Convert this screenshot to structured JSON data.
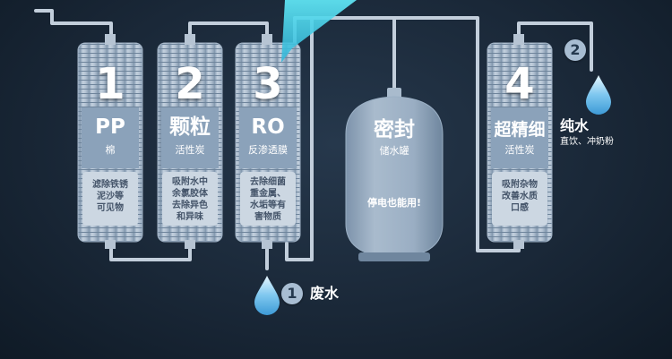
{
  "filters": [
    {
      "number": "1",
      "name": "PP",
      "subtitle": "棉",
      "description": [
        "滤除铁锈",
        "泥沙等",
        "可见物"
      ]
    },
    {
      "number": "2",
      "name": "颗粒",
      "subtitle": "活性炭",
      "description": [
        "吸附水中",
        "余氯胶体",
        "去除异色",
        "和异味"
      ]
    },
    {
      "number": "3",
      "name": "RO",
      "subtitle": "反渗透膜",
      "description": [
        "去除细菌",
        "重金属、",
        "水垢等有",
        "害物质"
      ]
    },
    {
      "number": "4",
      "name": "超精细",
      "subtitle": "活性炭",
      "description": [
        "吸附杂物",
        "改善水质",
        "口感"
      ]
    }
  ],
  "tank": {
    "name": "密封",
    "subtitle": "储水罐",
    "note": "停电也能用!"
  },
  "outputs": {
    "waste": {
      "badge": "1",
      "label": "废水"
    },
    "pure": {
      "badge": "2",
      "label": "纯水",
      "detail": "直饮、冲奶粉"
    }
  },
  "colors": {
    "background": "#1c2b3b",
    "pipe": "#c2cedb",
    "cartridge": "#b9c7d6",
    "body": "#8ea5bd",
    "water": "#6ab6e6",
    "highlight": "#4fd0e6"
  }
}
